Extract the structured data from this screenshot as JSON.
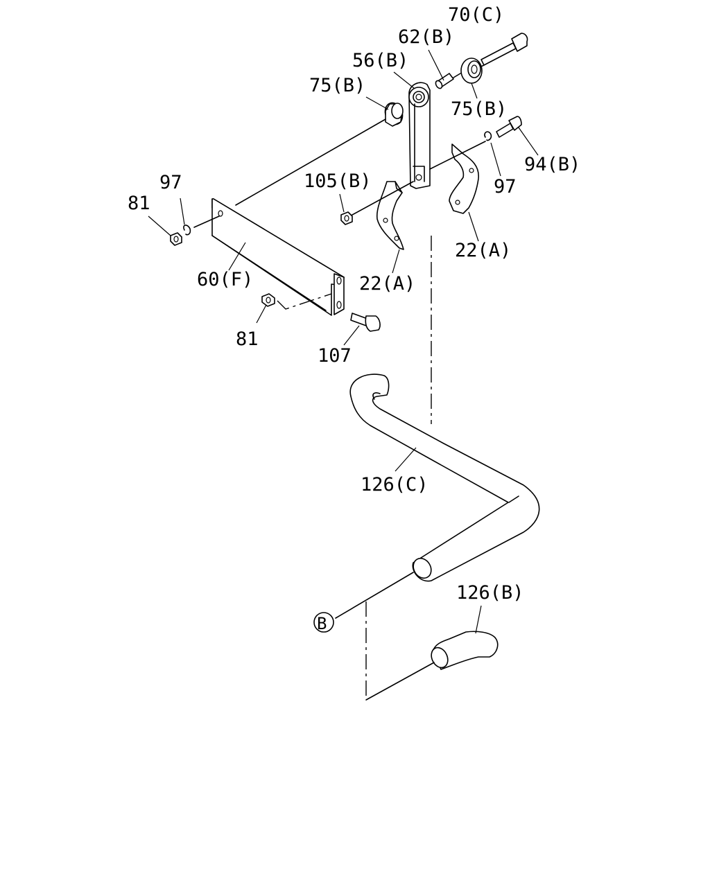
{
  "callouts": {
    "c70c": "70(C)",
    "c62b": "62(B)",
    "c56b": "56(B)",
    "c75b_left": "75(B)",
    "c75b_right": "75(B)",
    "c94b": "94(B)",
    "c97_right": "97",
    "c97_left": "97",
    "c81_top": "81",
    "c105b": "105(B)",
    "c22a_right": "22(A)",
    "c22a_left": "22(A)",
    "c60f": "60(F)",
    "c81_bottom": "81",
    "c107": "107",
    "c126c": "126(C)",
    "c126b": "126(B)",
    "ref_b": "B"
  }
}
